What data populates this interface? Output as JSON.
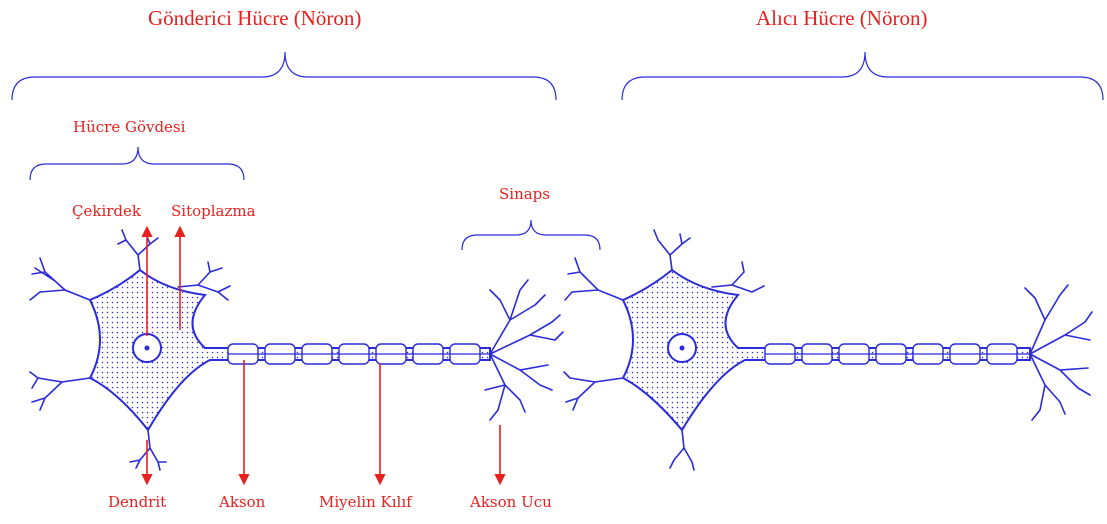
{
  "colors": {
    "outline": "#2b2bd9",
    "label": "#e8201e"
  },
  "labels": {
    "sender_cell": "Gönderici Hücre (Nöron)",
    "receiver_cell": "Alıcı Hücre (Nöron)",
    "cell_body": "Hücre Gövdesi",
    "nucleus": "Çekirdek",
    "cytoplasm": "Sitoplazma",
    "synapse": "Sinaps",
    "dendrite": "Dendrit",
    "axon": "Akson",
    "myelin_sheath": "Miyelin Kılıf",
    "axon_terminal": "Akson Ucu"
  }
}
